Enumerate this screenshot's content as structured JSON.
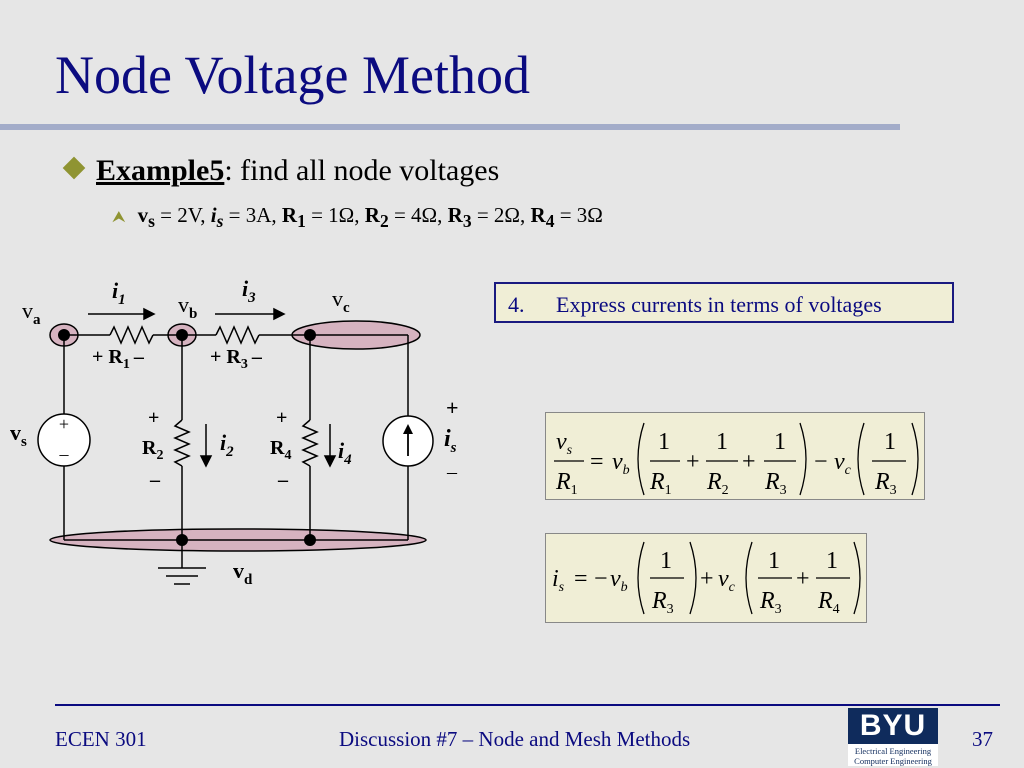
{
  "slide": {
    "title": "Node Voltage Method",
    "bullet1": {
      "label": "Example5",
      "rest": ": find all node voltages"
    },
    "bullet2": "v_s = 2V, i_s = 3A, R_1 = 1Ω, R_2 = 4Ω, R_3 = 2Ω, R_4 = 3Ω",
    "step": {
      "number": "4.",
      "text": "Express currents in terms of voltages"
    }
  },
  "circuit": {
    "nodes": {
      "a": "v",
      "a_sub": "a",
      "b": "v",
      "b_sub": "b",
      "c": "v",
      "c_sub": "c",
      "d": "v",
      "d_sub": "d"
    },
    "currents": {
      "i1": "i",
      "i1_sub": "1",
      "i2": "i",
      "i2_sub": "2",
      "i3": "i",
      "i3_sub": "3",
      "i4": "i",
      "i4_sub": "4"
    },
    "resistors": {
      "r1": "+ R",
      "r1_sub": "1",
      "r3": "+ R",
      "r3_sub": "3",
      "r2": "R",
      "r2_sub": "2",
      "r4": "R",
      "r4_sub": "4"
    },
    "sources": {
      "vs": "v",
      "vs_sub": "s",
      "is": "i",
      "is_sub": "s"
    },
    "plus": "+",
    "minus": "–"
  },
  "equations": {
    "eq1": "v_s/R_1 = v_b(1/R_1 + 1/R_2 + 1/R_3) − v_c(1/R_3)",
    "eq2": "i_s = −v_b(1/R_3) + v_c(1/R_3 + 1/R_4)"
  },
  "footer": {
    "course": "ECEN 301",
    "center": "Discussion #7 – Node and Mesh Methods",
    "page": "37"
  },
  "logo": {
    "name": "BYU",
    "line1": "Electrical Engineering",
    "line2": "Computer Engineering"
  },
  "colors": {
    "title": "#0b0b80",
    "bullet": "#8f9432",
    "box_fill": "#f0eed6",
    "node_highlight": "#d6b3c0"
  }
}
